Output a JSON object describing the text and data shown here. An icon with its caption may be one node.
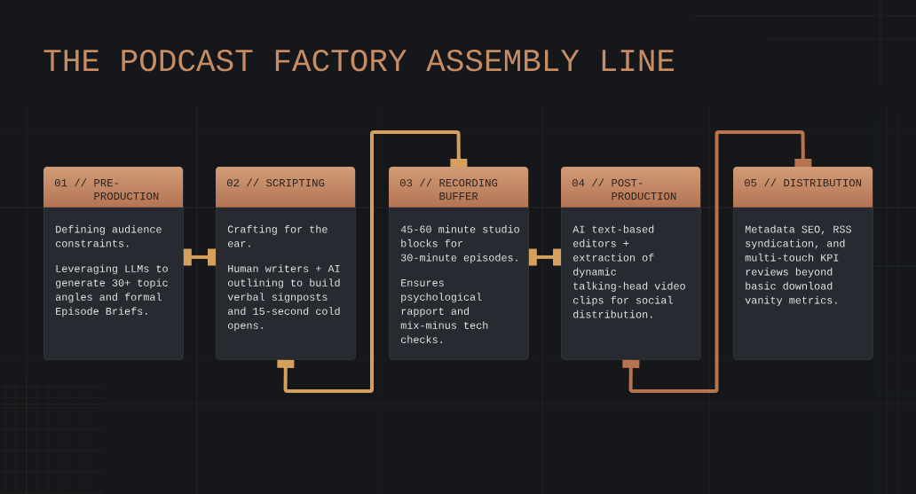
{
  "diagram": {
    "title": "THE PODCAST FACTORY ASSEMBLY LINE",
    "nodes": [
      {
        "text": [
          "01 // PRE-PRODUCTION",
          "Defining audience constraints.",
          "Leveraging LLMs to generate 30+ topic angles and formal Episode Briefs."
        ]
      },
      {
        "text": [
          "02 // SCRIPTING",
          "Crafting for the ear.",
          "Human writers + AI outlining to build verbal signposts and 15-second cold opens."
        ]
      },
      {
        "text": [
          "03 // RECORDING BUFFER",
          "45-60 minute studio blocks for 30-minute episodes.",
          "Ensures psychological rapport and mix-minus tech checks."
        ]
      },
      {
        "text": [
          "04 // POST-PRODUCTION",
          "AI text-based editors + extraction of dynamic talking-head video clips for social distribution."
        ]
      },
      {
        "text": [
          "05 // DISTRIBUTION",
          "Metadata SEO, RSS syndication, and multi-touch KPI reviews beyond basic download vanity metrics."
        ]
      }
    ],
    "edges": [
      {
        "from": 0,
        "to": 1,
        "arrow": "other"
      },
      {
        "from": 1,
        "to": 2,
        "arrow": "other"
      },
      {
        "from": 2,
        "to": 3,
        "arrow": "other"
      },
      {
        "from": 3,
        "to": 4,
        "arrow": "other",
        "color": "#b8744f"
      }
    ]
  }
}
